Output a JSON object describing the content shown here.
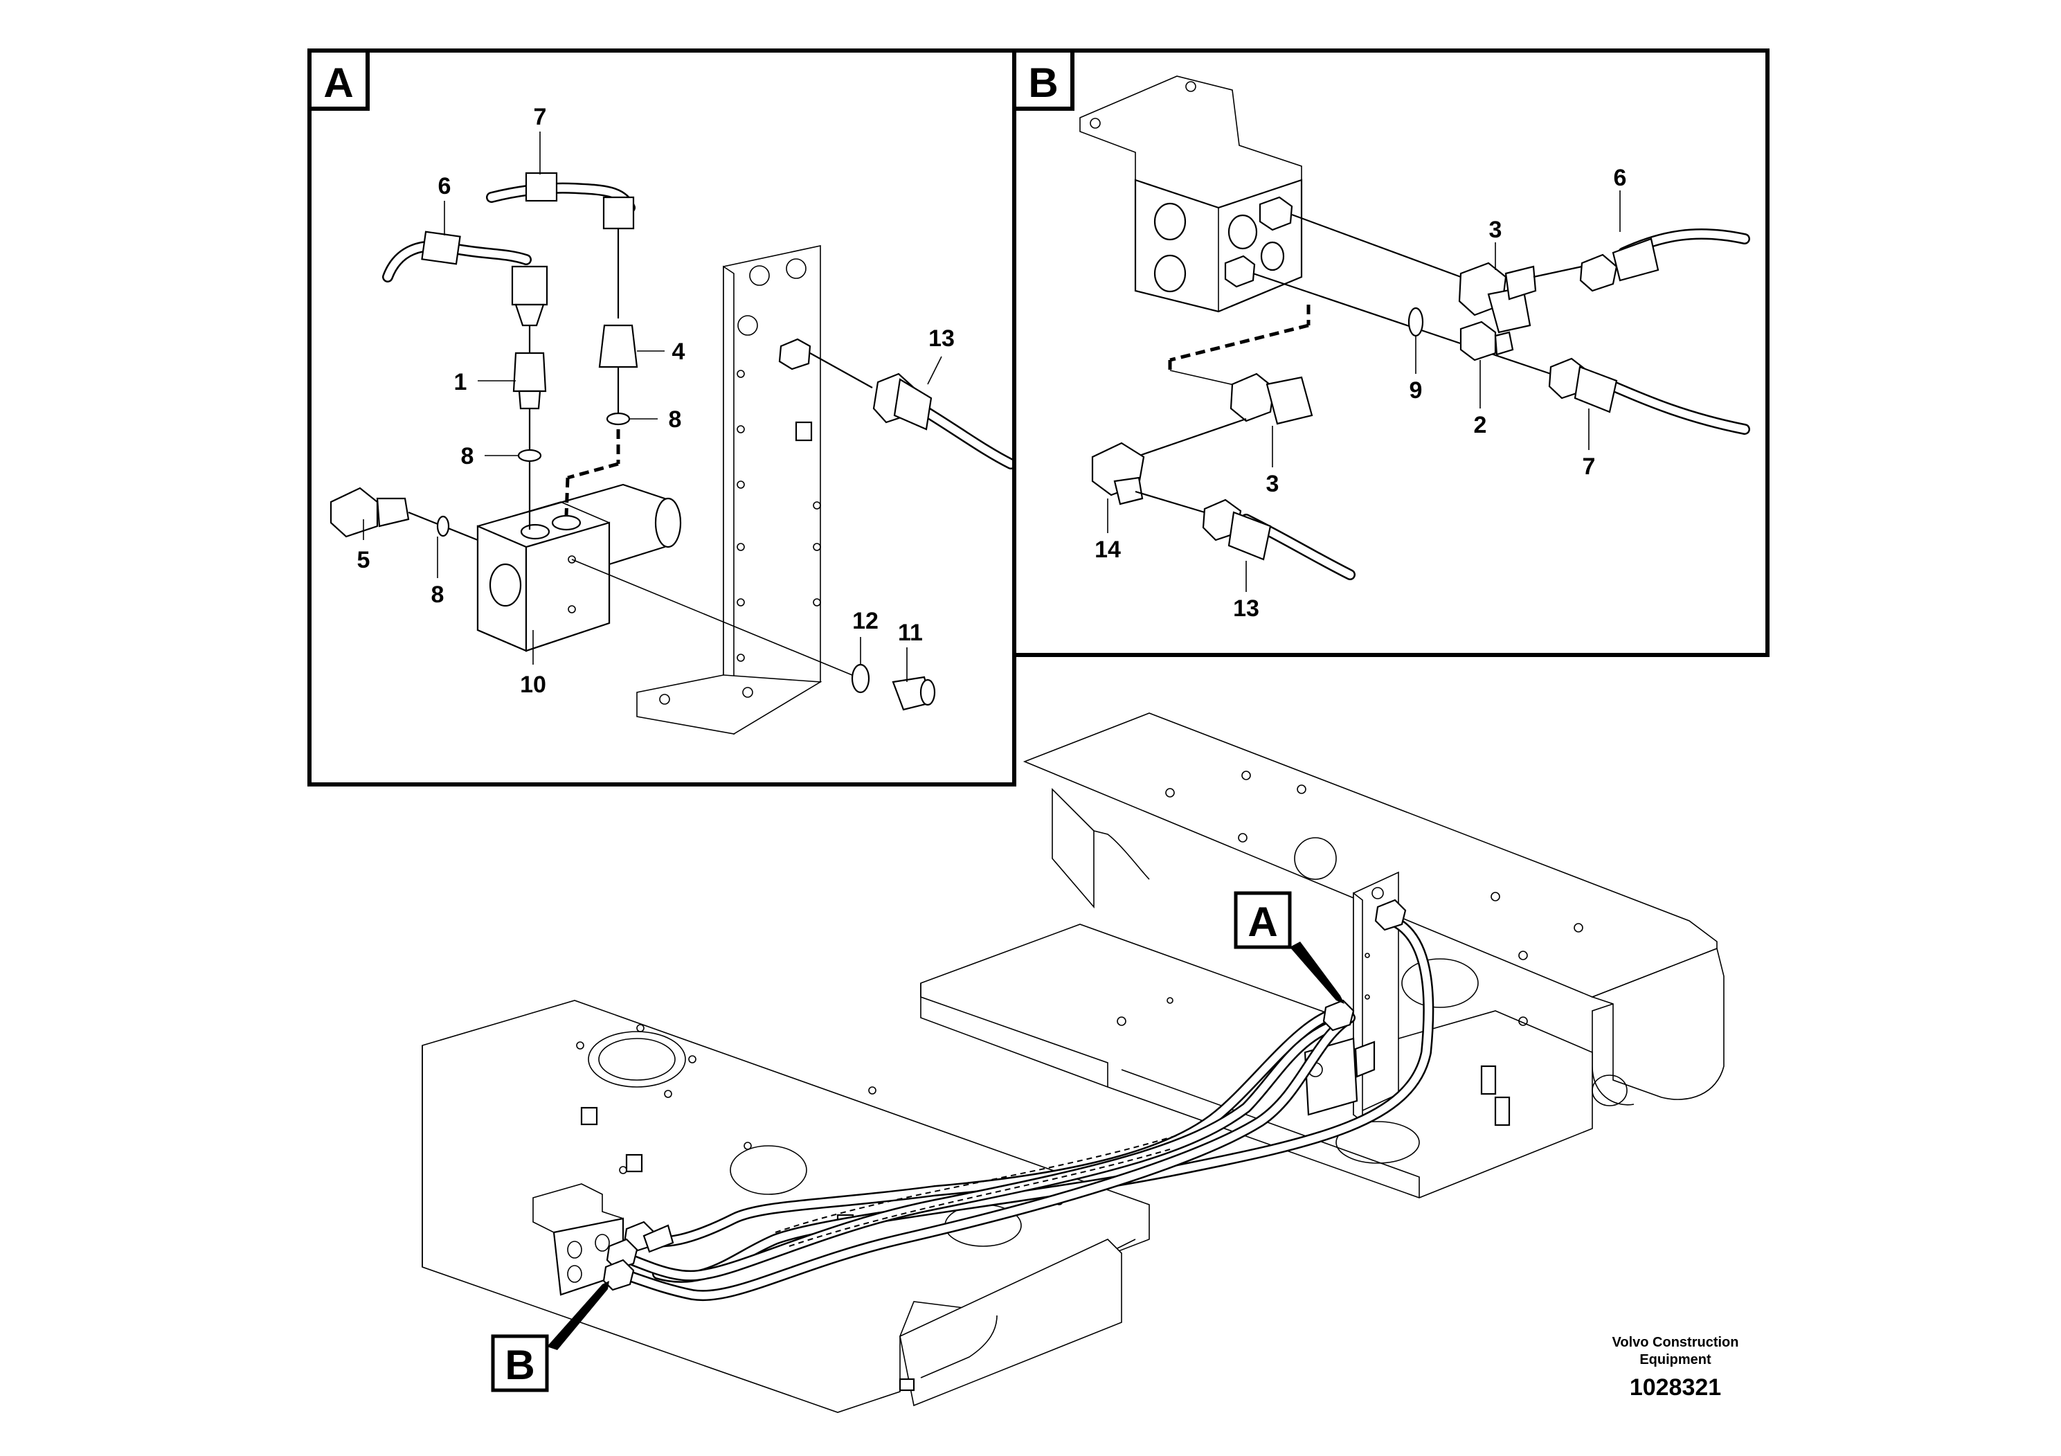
{
  "detail_a": {
    "letter": "A"
  },
  "detail_b": {
    "letter": "B"
  },
  "callouts": {
    "main_a": "A",
    "main_b": "B"
  },
  "detail_a_labels": {
    "p1": "1",
    "p4": "4",
    "p5": "5",
    "p6": "6",
    "p7": "7",
    "p8a": "8",
    "p8b": "8",
    "p8c": "8",
    "p10": "10",
    "p11": "11",
    "p12": "12",
    "p13": "13"
  },
  "detail_b_labels": {
    "p2": "2",
    "p3a": "3",
    "p3b": "3",
    "p6": "6",
    "p7": "7",
    "p9": "9",
    "p13": "13",
    "p14": "14"
  },
  "footer": {
    "company_line1": "Volvo Construction",
    "company_line2": "Equipment",
    "drawing_number": "1028321"
  }
}
